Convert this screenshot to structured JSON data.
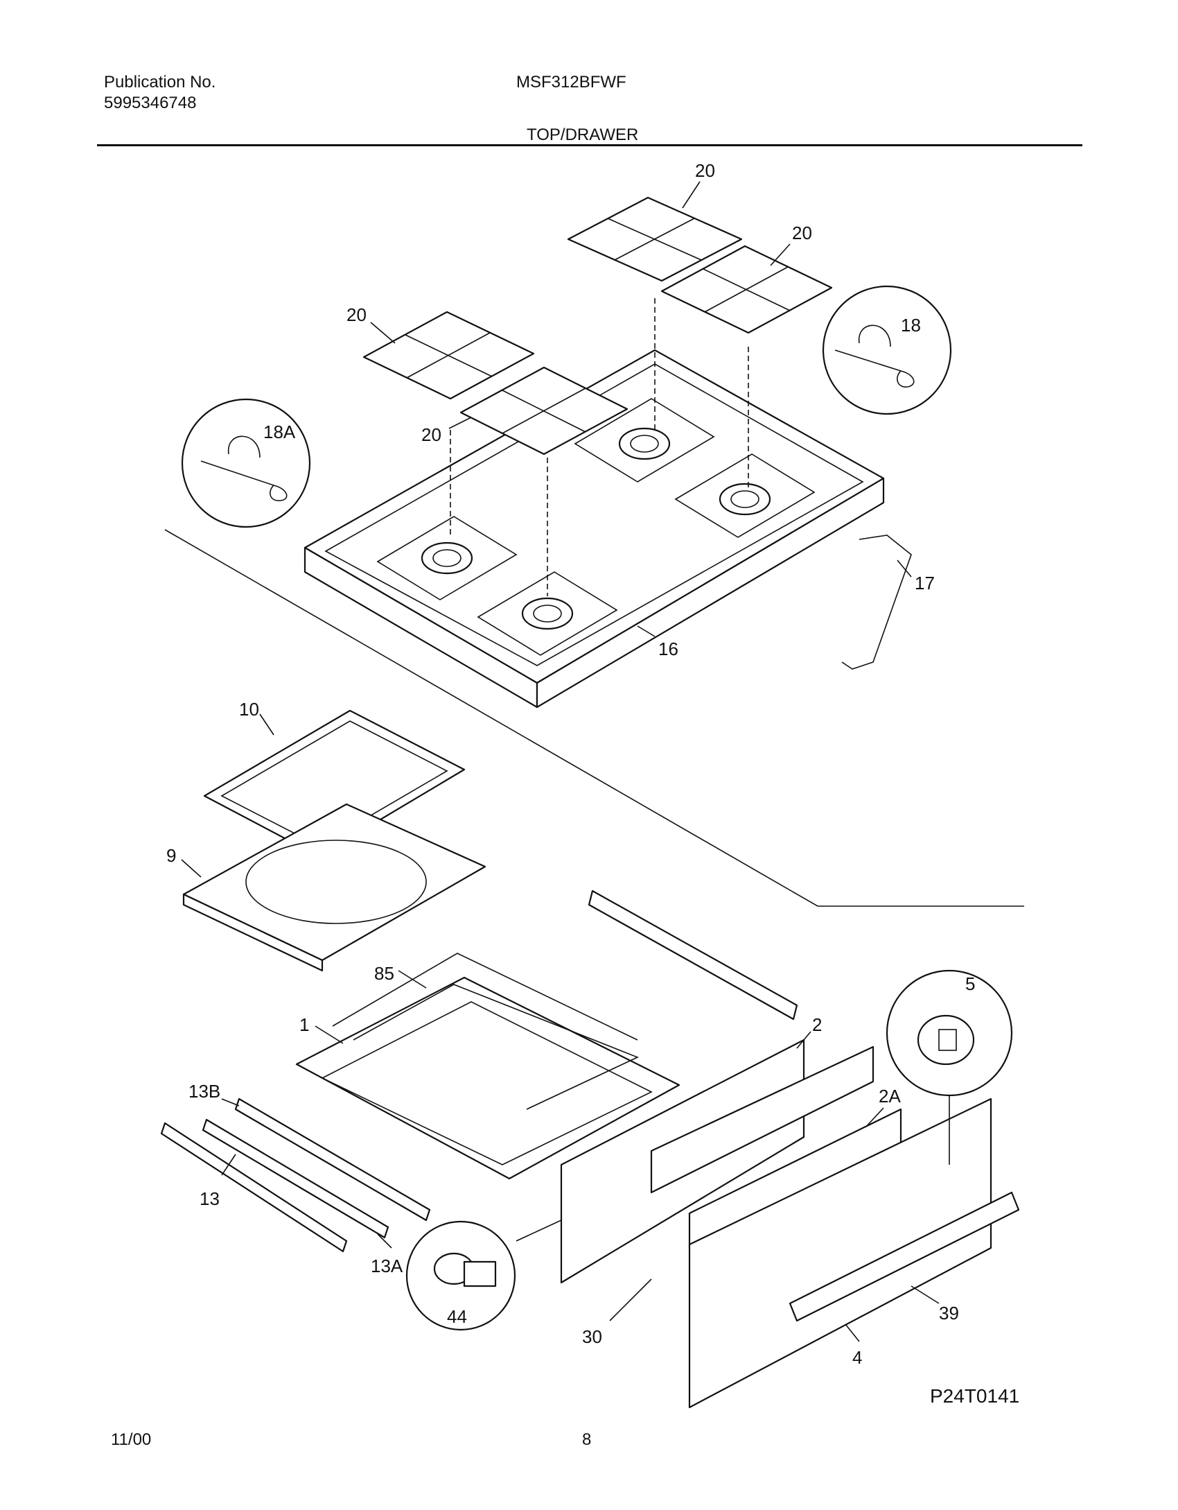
{
  "header": {
    "publication_label": "Publication No.",
    "publication_number": "5995346748",
    "model": "MSF312BFWF",
    "section": "TOP/DRAWER"
  },
  "diagram": {
    "code": "P24T0141",
    "callouts": {
      "grate_a": "20",
      "grate_b": "20",
      "grate_c": "20",
      "grate_d": "20",
      "hinge_right": "18",
      "hinge_left": "18A",
      "cooktop": "16",
      "prop_rod": "17",
      "broiler_grid": "10",
      "broiler_pan": "9",
      "rack": "85",
      "drawer_body": "1",
      "drawer_side": "2",
      "drawer_liner": "2A",
      "knob_detail": "5",
      "slide_13b": "13B",
      "slide_13": "13",
      "slide_13a": "13A",
      "foot": "44",
      "drawer_seal": "30",
      "handle": "39",
      "drawer_front": "4"
    }
  },
  "footer": {
    "date": "11/00",
    "page": "8"
  }
}
